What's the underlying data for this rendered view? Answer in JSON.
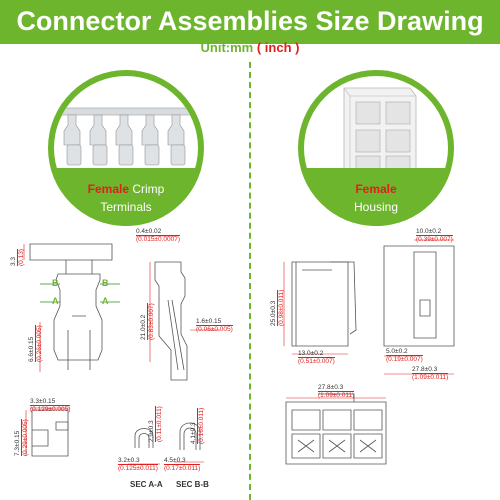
{
  "header": {
    "title": "Connector Assemblies Size Drawing",
    "unit_prefix": "Unit:mm",
    "unit_suffix": "( inch )"
  },
  "colors": {
    "brand_green": "#6cb52d",
    "accent_red": "#e0201d"
  },
  "left_panel": {
    "caption_line1_red": "Female",
    "caption_line1_rest": " Crimp",
    "caption_line2": "Terminals",
    "dims": {
      "d_3_3": {
        "mm": "3.3",
        "inch": "(0.13)"
      },
      "d_0_4": {
        "mm": "0.4±0.02",
        "inch": "(0.015±0.0007)"
      },
      "d_21": {
        "mm": "21.0±0.2",
        "inch": "(0.83±0.007)"
      },
      "d_1_6": {
        "mm": "1.6±0.15",
        "inch": "(0.06±0.005)"
      },
      "d_6_6": {
        "mm": "6.6±0.15",
        "inch": "(0.26±0.005)"
      },
      "d_3_3b": {
        "mm": "3.3±0.15",
        "inch": "(0.129±0.005)"
      },
      "d_7_3": {
        "mm": "7.3±0.15",
        "inch": "(0.29±0.005)"
      },
      "d_3_2": {
        "mm": "3.2±0.3",
        "inch": "(0.125±0.011)"
      },
      "d_2_9": {
        "mm": "2.9±0.3",
        "inch": "(0.11±0.011)"
      },
      "d_4_5": {
        "mm": "4.5±0.3",
        "inch": "(0.17±0.011)"
      },
      "d_4_1": {
        "mm": "4.1±0.3",
        "inch": "(0.16±0.011)"
      }
    },
    "section_labels": {
      "a": "A",
      "b": "B",
      "sec_aa": "SEC A-A",
      "sec_bb": "SEC B-B"
    }
  },
  "right_panel": {
    "caption_line1_red": "Female",
    "caption_line2": "Housing",
    "dims": {
      "d_10": {
        "mm": "10.0±0.2",
        "inch": "(0.39±0.007)"
      },
      "d_25": {
        "mm": "25.0±0.3",
        "inch": "(0.98±0.011)"
      },
      "d_13": {
        "mm": "13.0±0.2",
        "inch": "(0.51±0.007)"
      },
      "d_5": {
        "mm": "5.0±0.2",
        "inch": "(0.19±0.007)"
      },
      "d_27_8": {
        "mm": "27.8±0.3",
        "inch": "(1.09±0.011)"
      },
      "d_27_8b": {
        "mm": "27.8±0.3",
        "inch": "(1.09±0.011)"
      }
    }
  }
}
